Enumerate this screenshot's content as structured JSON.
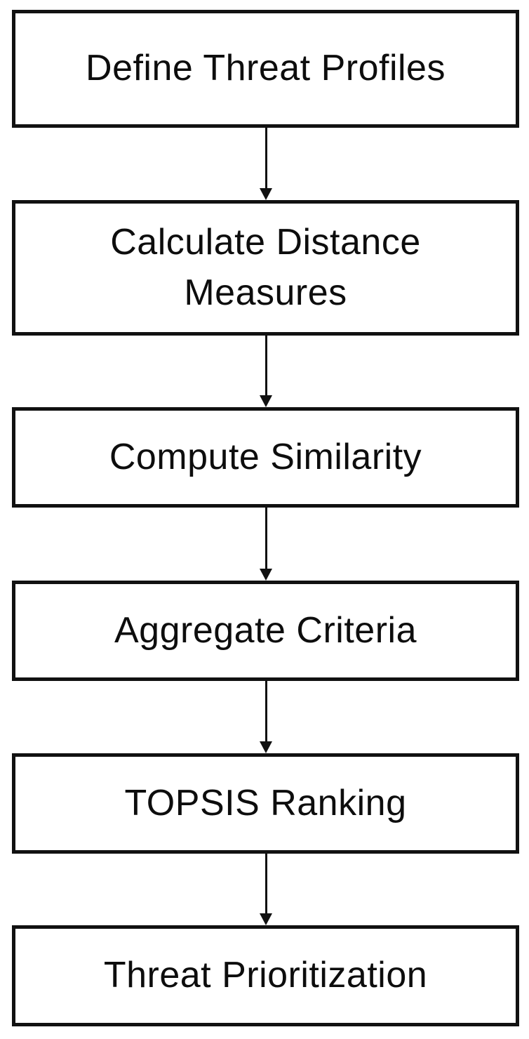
{
  "flowchart": {
    "type": "vertical-flowchart",
    "colors": {
      "background": "#ffffff",
      "node_fill": "#ffffff",
      "node_border": "#111111",
      "text": "#0d0d0d",
      "arrow": "#111111"
    },
    "connector_style": "straight-down-arrow",
    "nodes": [
      {
        "label": "Define Threat Profiles"
      },
      {
        "label": "Calculate Distance Measures"
      },
      {
        "label": "Compute Similarity"
      },
      {
        "label": "Aggregate Criteria"
      },
      {
        "label": "TOPSIS Ranking"
      },
      {
        "label": "Threat Prioritization"
      }
    ]
  }
}
